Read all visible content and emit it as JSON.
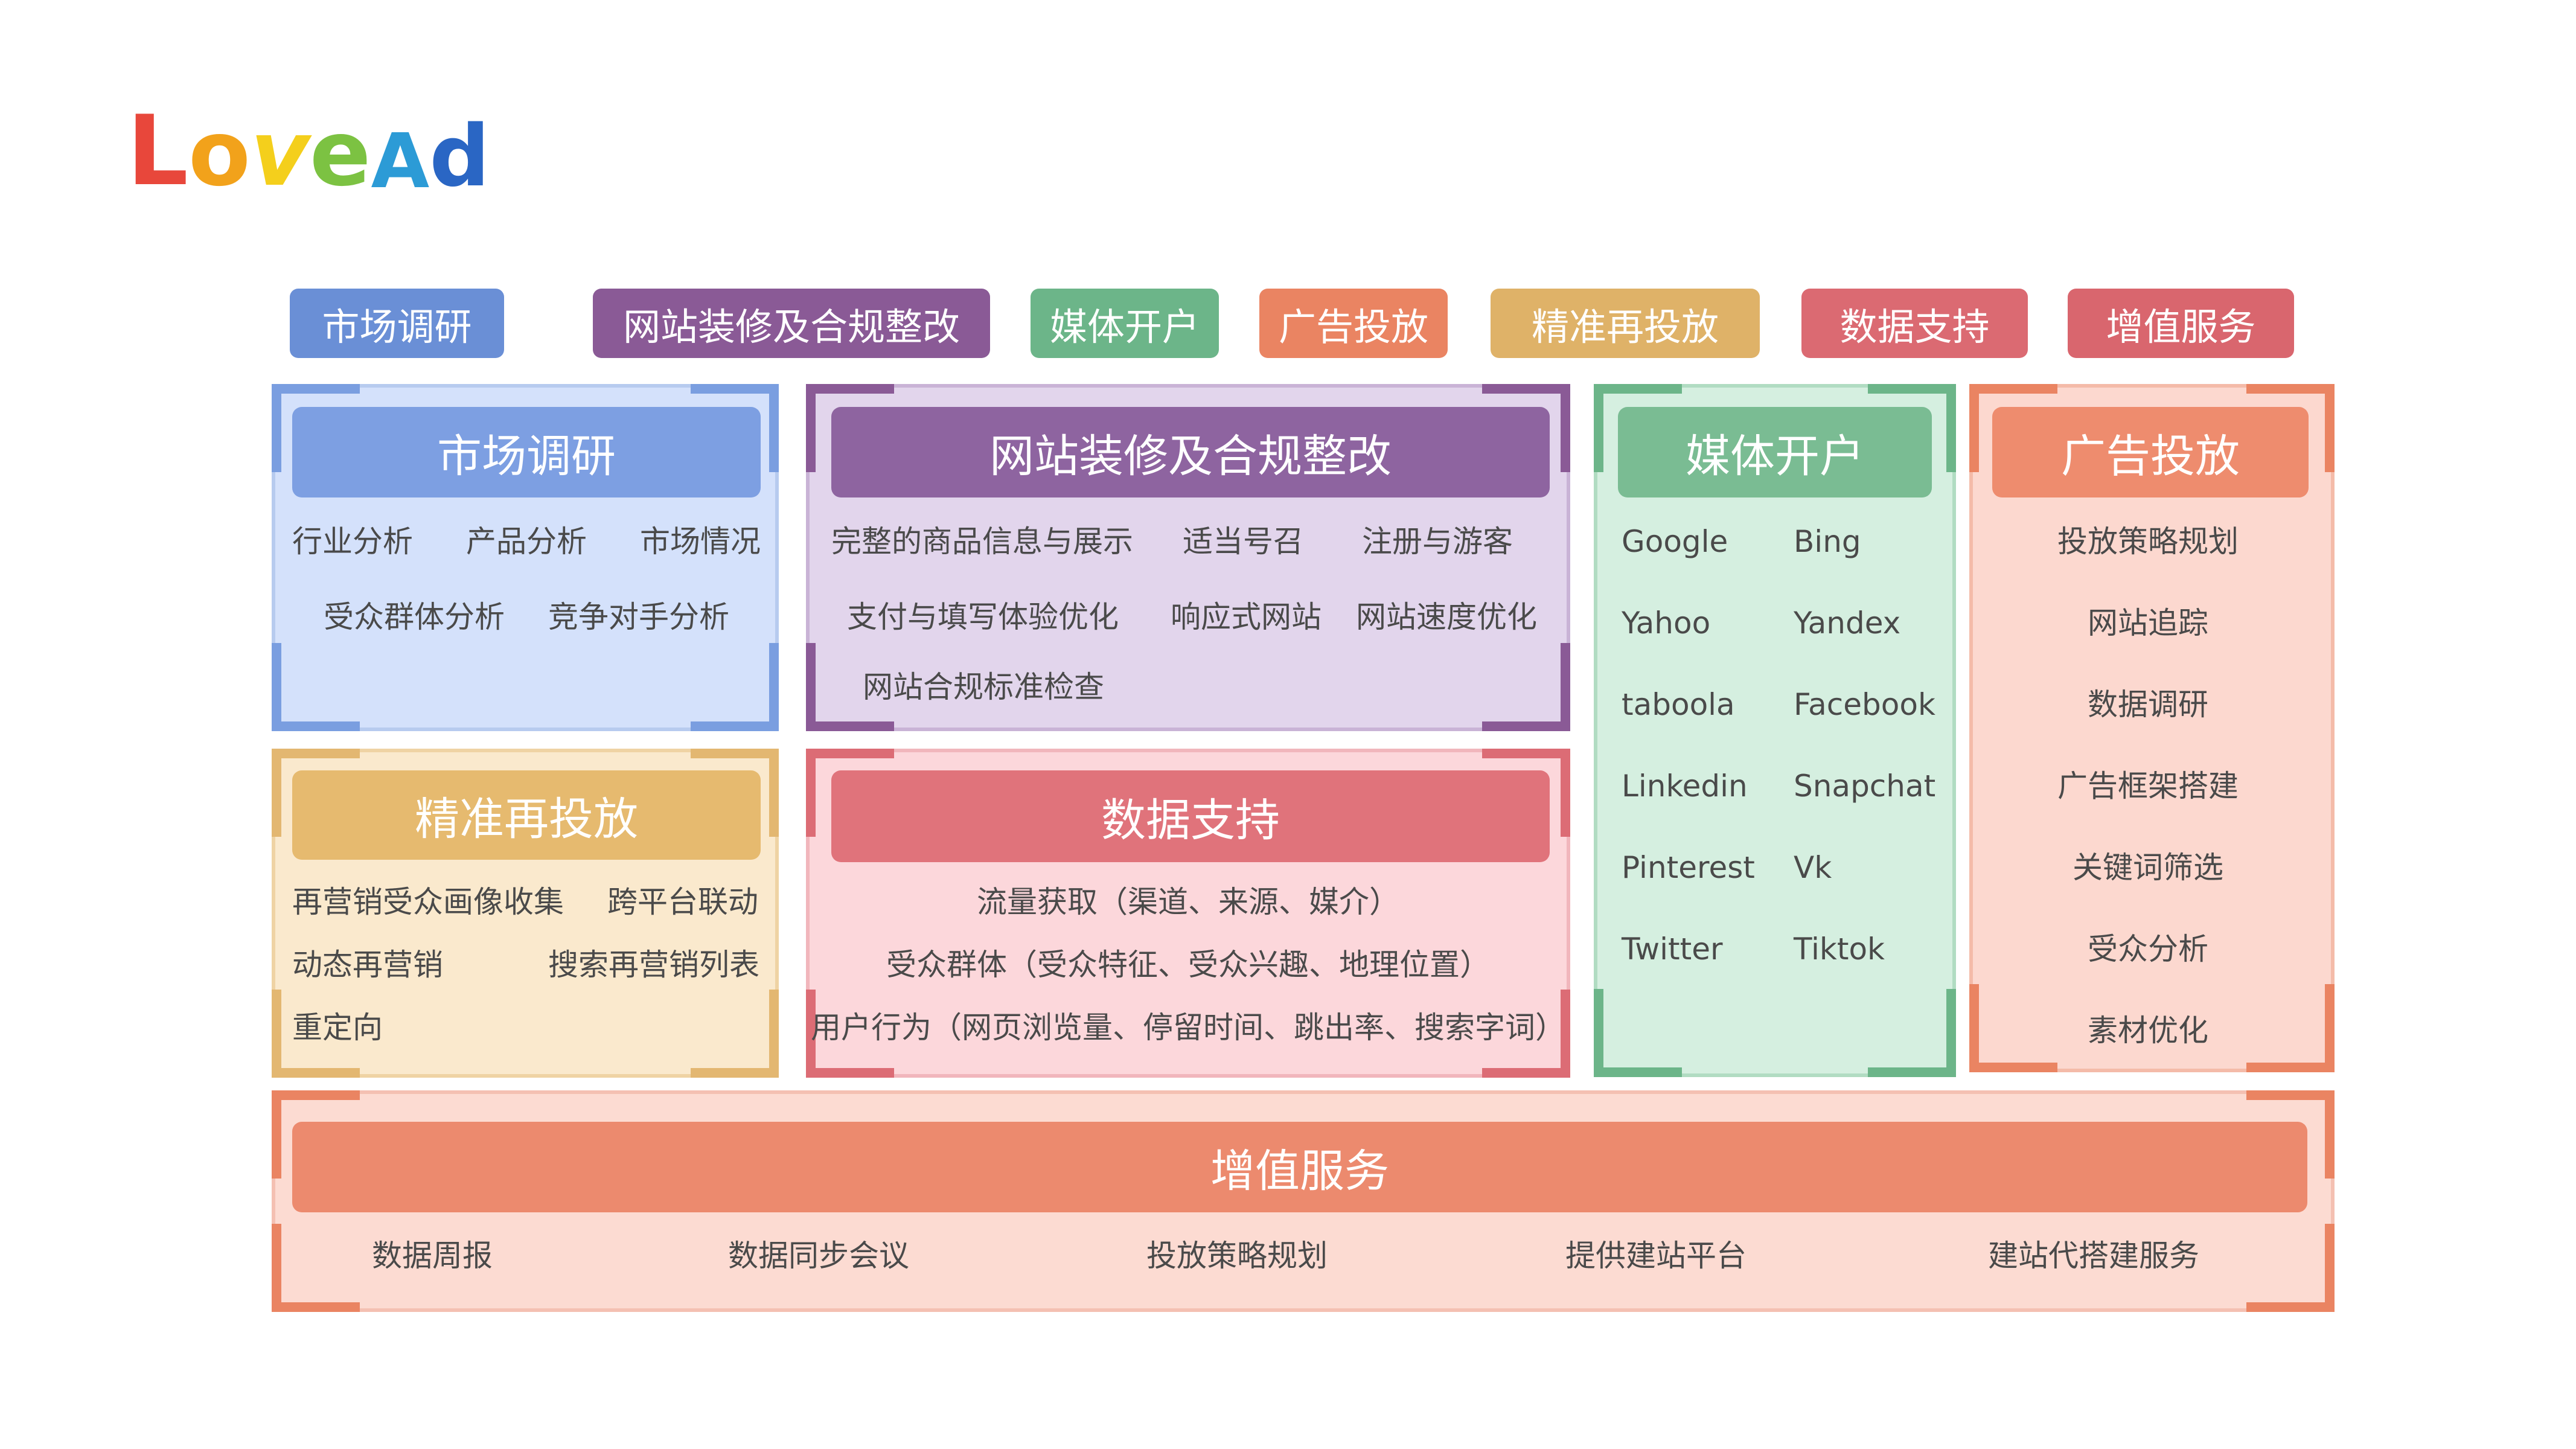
{
  "logo": {
    "letters": [
      "L",
      "o",
      "v",
      "e",
      "A",
      "d"
    ]
  },
  "tabs": [
    {
      "label": "市场调研",
      "color": "#6a8fd6"
    },
    {
      "label": "网站装修及合规整改",
      "color": "#8a5a96"
    },
    {
      "label": "媒体开户",
      "color": "#6cb589"
    },
    {
      "label": "广告投放",
      "color": "#ea8462"
    },
    {
      "label": "精准再投放",
      "color": "#dfb268"
    },
    {
      "label": "数据支持",
      "color": "#db6a72"
    },
    {
      "label": "增值服务",
      "color": "#d9666e"
    }
  ],
  "market": {
    "title": "市场调研",
    "items": [
      "行业分析",
      "产品分析",
      "市场情况",
      "受众群体分析",
      "竞争对手分析"
    ]
  },
  "website": {
    "title": "网站装修及合规整改",
    "items": [
      "完整的商品信息与展示",
      "适当号召",
      "注册与游客",
      "支付与填写体验优化",
      "响应式网站",
      "网站速度优化",
      "网站合规标准检查"
    ]
  },
  "media": {
    "title": "媒体开户",
    "items": [
      "Google",
      "Bing",
      "Yahoo",
      "Yandex",
      "taboola",
      "Facebook",
      "Linkedin",
      "Snapchat",
      "Pinterest",
      "Vk",
      "Twitter",
      "Tiktok"
    ]
  },
  "ads": {
    "title": "广告投放",
    "items": [
      "投放策略规划",
      "网站追踪",
      "数据调研",
      "广告框架搭建",
      "关键词筛选",
      "受众分析",
      "素材优化"
    ]
  },
  "retarget": {
    "title": "精准再投放",
    "items": [
      "再营销受众画像收集",
      "跨平台联动",
      "动态再营销",
      "搜索再营销列表",
      "重定向"
    ]
  },
  "data": {
    "title": "数据支持",
    "items": [
      "流量获取（渠道、来源、媒介）",
      "受众群体（受众特征、受众兴趣、地理位置）",
      "用户行为（网页浏览量、停留时间、跳出率、搜索字词）"
    ]
  },
  "value": {
    "title": "增值服务",
    "items": [
      "数据周报",
      "数据同步会议",
      "投放策略规划",
      "提供建站平台",
      "建站代搭建服务"
    ]
  }
}
